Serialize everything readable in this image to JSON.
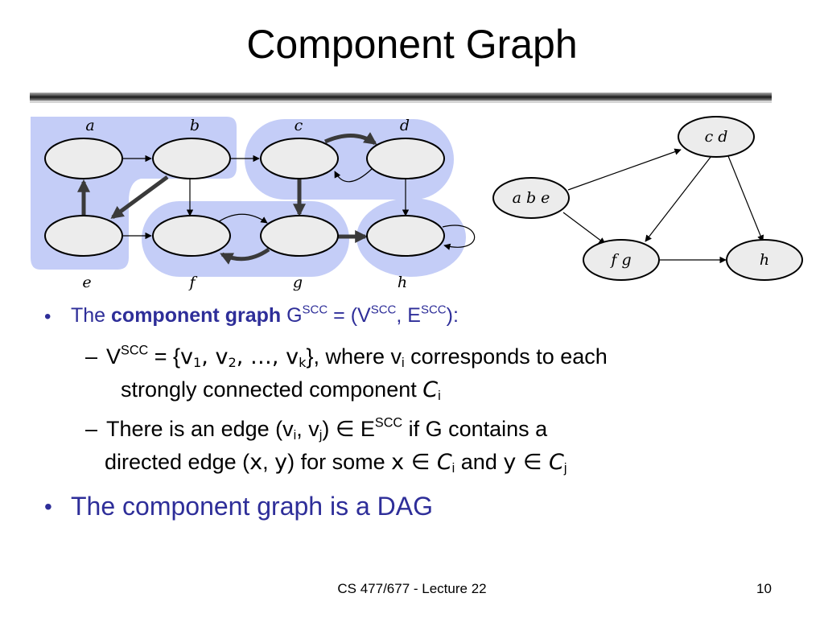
{
  "title": "Component Graph",
  "graph_g": {
    "vertex_labels": [
      "a",
      "b",
      "c",
      "d",
      "e",
      "f",
      "g",
      "h"
    ]
  },
  "component_graph": {
    "node_labels": [
      "c d",
      "a b e",
      "f g",
      "h"
    ]
  },
  "bullets": {
    "b1": {
      "prefix": "The ",
      "bold": "component graph",
      "g": " G",
      "scc1": "SCC",
      "eq": " = (V",
      "scc2": "SCC",
      "comma": ", E",
      "scc3": "SCC",
      "end": "):"
    },
    "b2": {
      "v": "V",
      "scc": "SCC",
      "eq": " = {",
      "v1": "v",
      "s1": "1",
      "c1": ", v",
      "s2": "2",
      "c2": ", …, v",
      "sk": "k",
      "close": "}",
      "where": ", where v",
      "si": "i",
      "rest": " corresponds to each",
      "cont": "strongly connected component ",
      "c": "C",
      "ci": "i"
    },
    "b3": {
      "pre": "There is an edge (v",
      "si": "i",
      "mid": ", v",
      "sj": "j",
      "close": ") ",
      "in1": "∈",
      "e": " E",
      "scc": "SCC",
      "rest": " if G contains a",
      "line2a": "directed edge (",
      "x": "x",
      "comma": ", ",
      "y": "y",
      "line2b": ") for some ",
      "x2": "x",
      "in2": " ∈ ",
      "c1": "C",
      "c1s": "i",
      "and": " and ",
      "y2": "y",
      "in3": " ∈ ",
      "c2": "C",
      "c2s": "j"
    },
    "b4": "The component graph is a DAG"
  },
  "footer": {
    "course": "CS 477/677 - Lecture 22",
    "page": "10"
  },
  "colors": {
    "scc_highlight": "#c4cdf7",
    "node_fill": "#ececec",
    "bullet_blue": "#2e2e99"
  }
}
